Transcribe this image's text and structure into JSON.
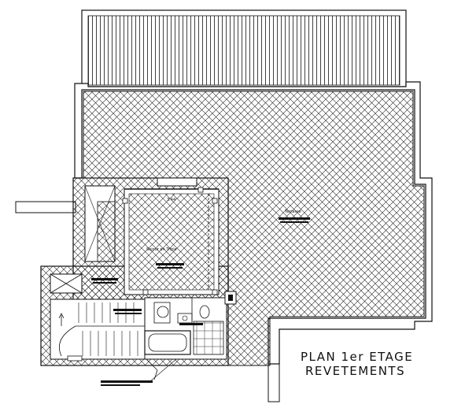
{
  "title": {
    "line1": "PLAN 1er ETAGE",
    "line2": "REVETEMENTS"
  },
  "room_labels": {
    "terrace": "Terrasse",
    "living": "Sejour en Triple",
    "dim": "3.44"
  },
  "colors": {
    "line": "#111111",
    "hatch": "#222222",
    "background": "#ffffff"
  }
}
